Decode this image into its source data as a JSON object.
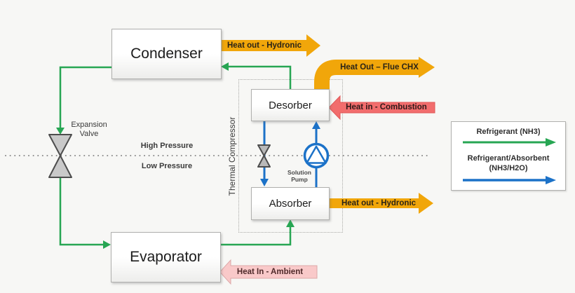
{
  "boxes": {
    "condenser": "Condenser",
    "evaporator": "Evaporator",
    "desorber": "Desorber",
    "absorber": "Absorber"
  },
  "labels": {
    "thermal_compressor": "Thermal Compressor",
    "expansion_valve_line1": "Expansion",
    "expansion_valve_line2": "Valve",
    "high_pressure": "High Pressure",
    "low_pressure": "Low Pressure",
    "solution_pump_line1": "Solution",
    "solution_pump_line2": "Pump"
  },
  "heat_arrows": {
    "condenser_out": "Heat out - Hydronic",
    "flue_out": "Heat Out – Flue CHX",
    "combustion_in": "Heat in - Combustion",
    "absorber_out": "Heat out - Hydronic",
    "ambient_in": "Heat In - Ambient"
  },
  "legend": {
    "refrigerant": "Refrigerant (NH3)",
    "absorbent_line1": "Refrigerant/Absorbent",
    "absorbent_line2": "(NH3/H2O)"
  },
  "colors": {
    "refrigerant_green": "#27a653",
    "absorbent_blue": "#1c72c8",
    "heat_gold": "#f1a60a",
    "heat_red": "#f26d6d",
    "heat_pink": "#f9c9c9",
    "valve_gray": "#c9c9c9"
  }
}
